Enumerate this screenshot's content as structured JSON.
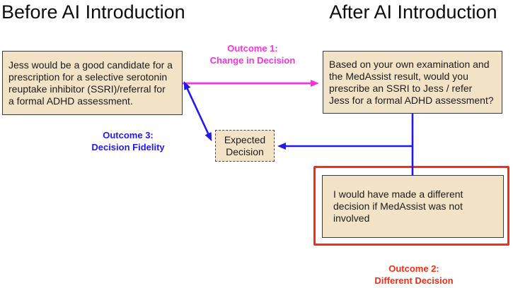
{
  "headers": {
    "before": "Before AI Introduction",
    "after": "After AI Introduction"
  },
  "boxes": {
    "before_decision": {
      "text": "Jess would be a good candidate for a\nprescription for a selective serotonin\nreuptake inhibitor (SSRI)/referral for\na formal ADHD assessment."
    },
    "after_decision": {
      "text": "Based on your own examination and\nthe MedAssist result, would you\nprescribe an SSRI to Jess / refer\nJess for a formal ADHD assessment?"
    },
    "expected_decision": {
      "text": "Expected\nDecision"
    },
    "different_decision": {
      "text": "I would have made a different\ndecision if MedAssist was not\ninvolved"
    }
  },
  "labels": {
    "outcome1": {
      "text": "Outcome 1:\nChange in Decision"
    },
    "outcome2": {
      "text": "Outcome 2:\nDifferent Decision"
    },
    "outcome3": {
      "text": "Outcome 3:\nDecision Fidelity"
    }
  },
  "colors": {
    "arrow_pink": "#f832dd",
    "arrow_blue": "#2219ef",
    "highlight_red": "#f52d15",
    "box_fill": "#f2e3c7",
    "box_border": "#3a3a3a",
    "text_dark": "#1a1a1a"
  }
}
